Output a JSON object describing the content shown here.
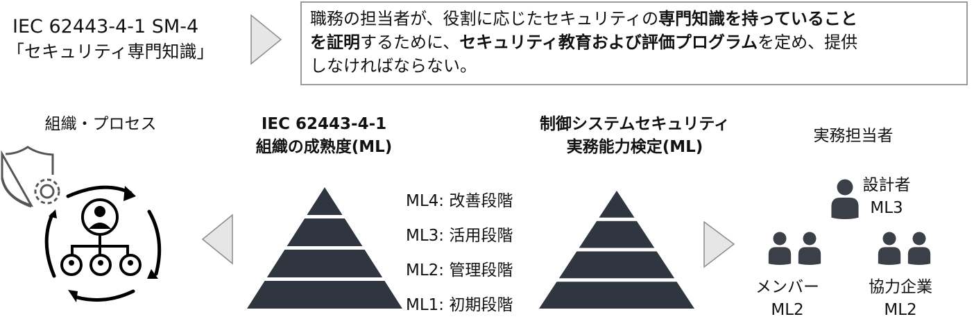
{
  "requirement": {
    "code": "IEC 62443-4-1 SM-4",
    "name": "「セキュリティ専門知識」"
  },
  "statement": {
    "s0": "職務の担当者が、役割に応じたセキュリティの",
    "s1": "専門知識を持っていること",
    "s2": "を証明",
    "s3": "するために、",
    "s4": "セキュリティ教育および評価プログラム",
    "s5": "を定め、提供",
    "s6": "しなければならない。"
  },
  "org": {
    "heading": "組織・プロセス"
  },
  "org_maturity": {
    "line1": "IEC 62443-4-1",
    "line2": "組織の成熟度(ML)"
  },
  "practical": {
    "line1": "制御システムセキュリティ",
    "line2": "実務能力検定(ML)"
  },
  "levels": [
    "ML4: 改善段階",
    "ML3: 活用段階",
    "ML2: 管理段階",
    "ML1: 初期段階"
  ],
  "staff": {
    "heading": "実務担当者",
    "designer": {
      "role": "設計者",
      "level": "ML3"
    },
    "member": {
      "role": "メンバー",
      "level": "ML2"
    },
    "partner": {
      "role": "協力企業",
      "level": "ML2"
    }
  },
  "colors": {
    "pyramid": "#2f3640",
    "person": "#3a3f48",
    "arrow_fill": "#e6e6e6",
    "arrow_stroke": "#8a8a8a",
    "box_border": "#9a9a9a"
  }
}
